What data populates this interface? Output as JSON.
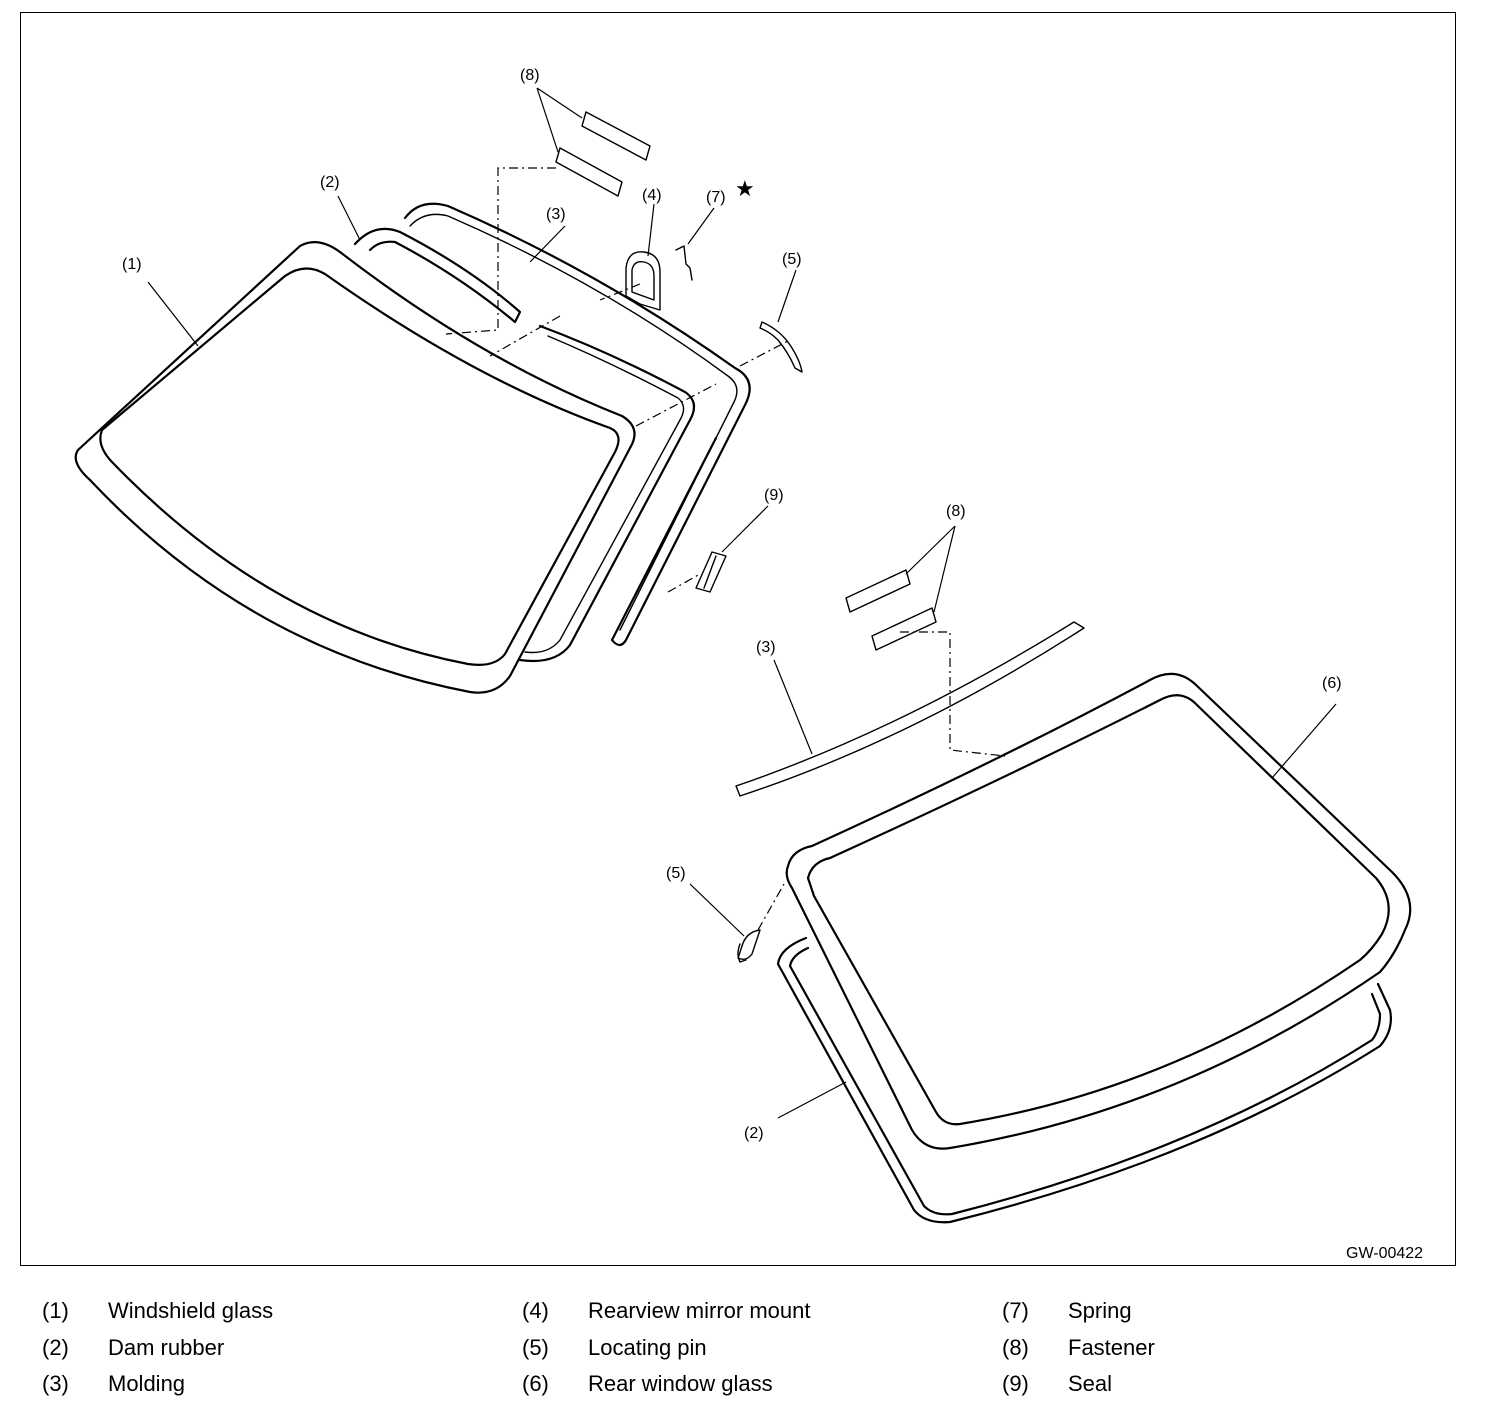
{
  "figure_code": "GW-00422",
  "callouts": {
    "c1": "(1)",
    "c2a": "(2)",
    "c3a": "(3)",
    "c4": "(4)",
    "c7": "(7)",
    "star": "★",
    "c5a": "(5)",
    "c8a": "(8)",
    "c9": "(9)",
    "c8b": "(8)",
    "c3b": "(3)",
    "c6": "(6)",
    "c5b": "(5)",
    "c2b": "(2)"
  },
  "legend": [
    {
      "num": "(1)",
      "name": "Windshield glass"
    },
    {
      "num": "(2)",
      "name": "Dam rubber"
    },
    {
      "num": "(3)",
      "name": "Molding"
    },
    {
      "num": "(4)",
      "name": "Rearview mirror mount"
    },
    {
      "num": "(5)",
      "name": "Locating pin"
    },
    {
      "num": "(6)",
      "name": "Rear window glass"
    },
    {
      "num": "(7)",
      "name": "Spring"
    },
    {
      "num": "(8)",
      "name": "Fastener"
    },
    {
      "num": "(9)",
      "name": "Seal"
    }
  ]
}
